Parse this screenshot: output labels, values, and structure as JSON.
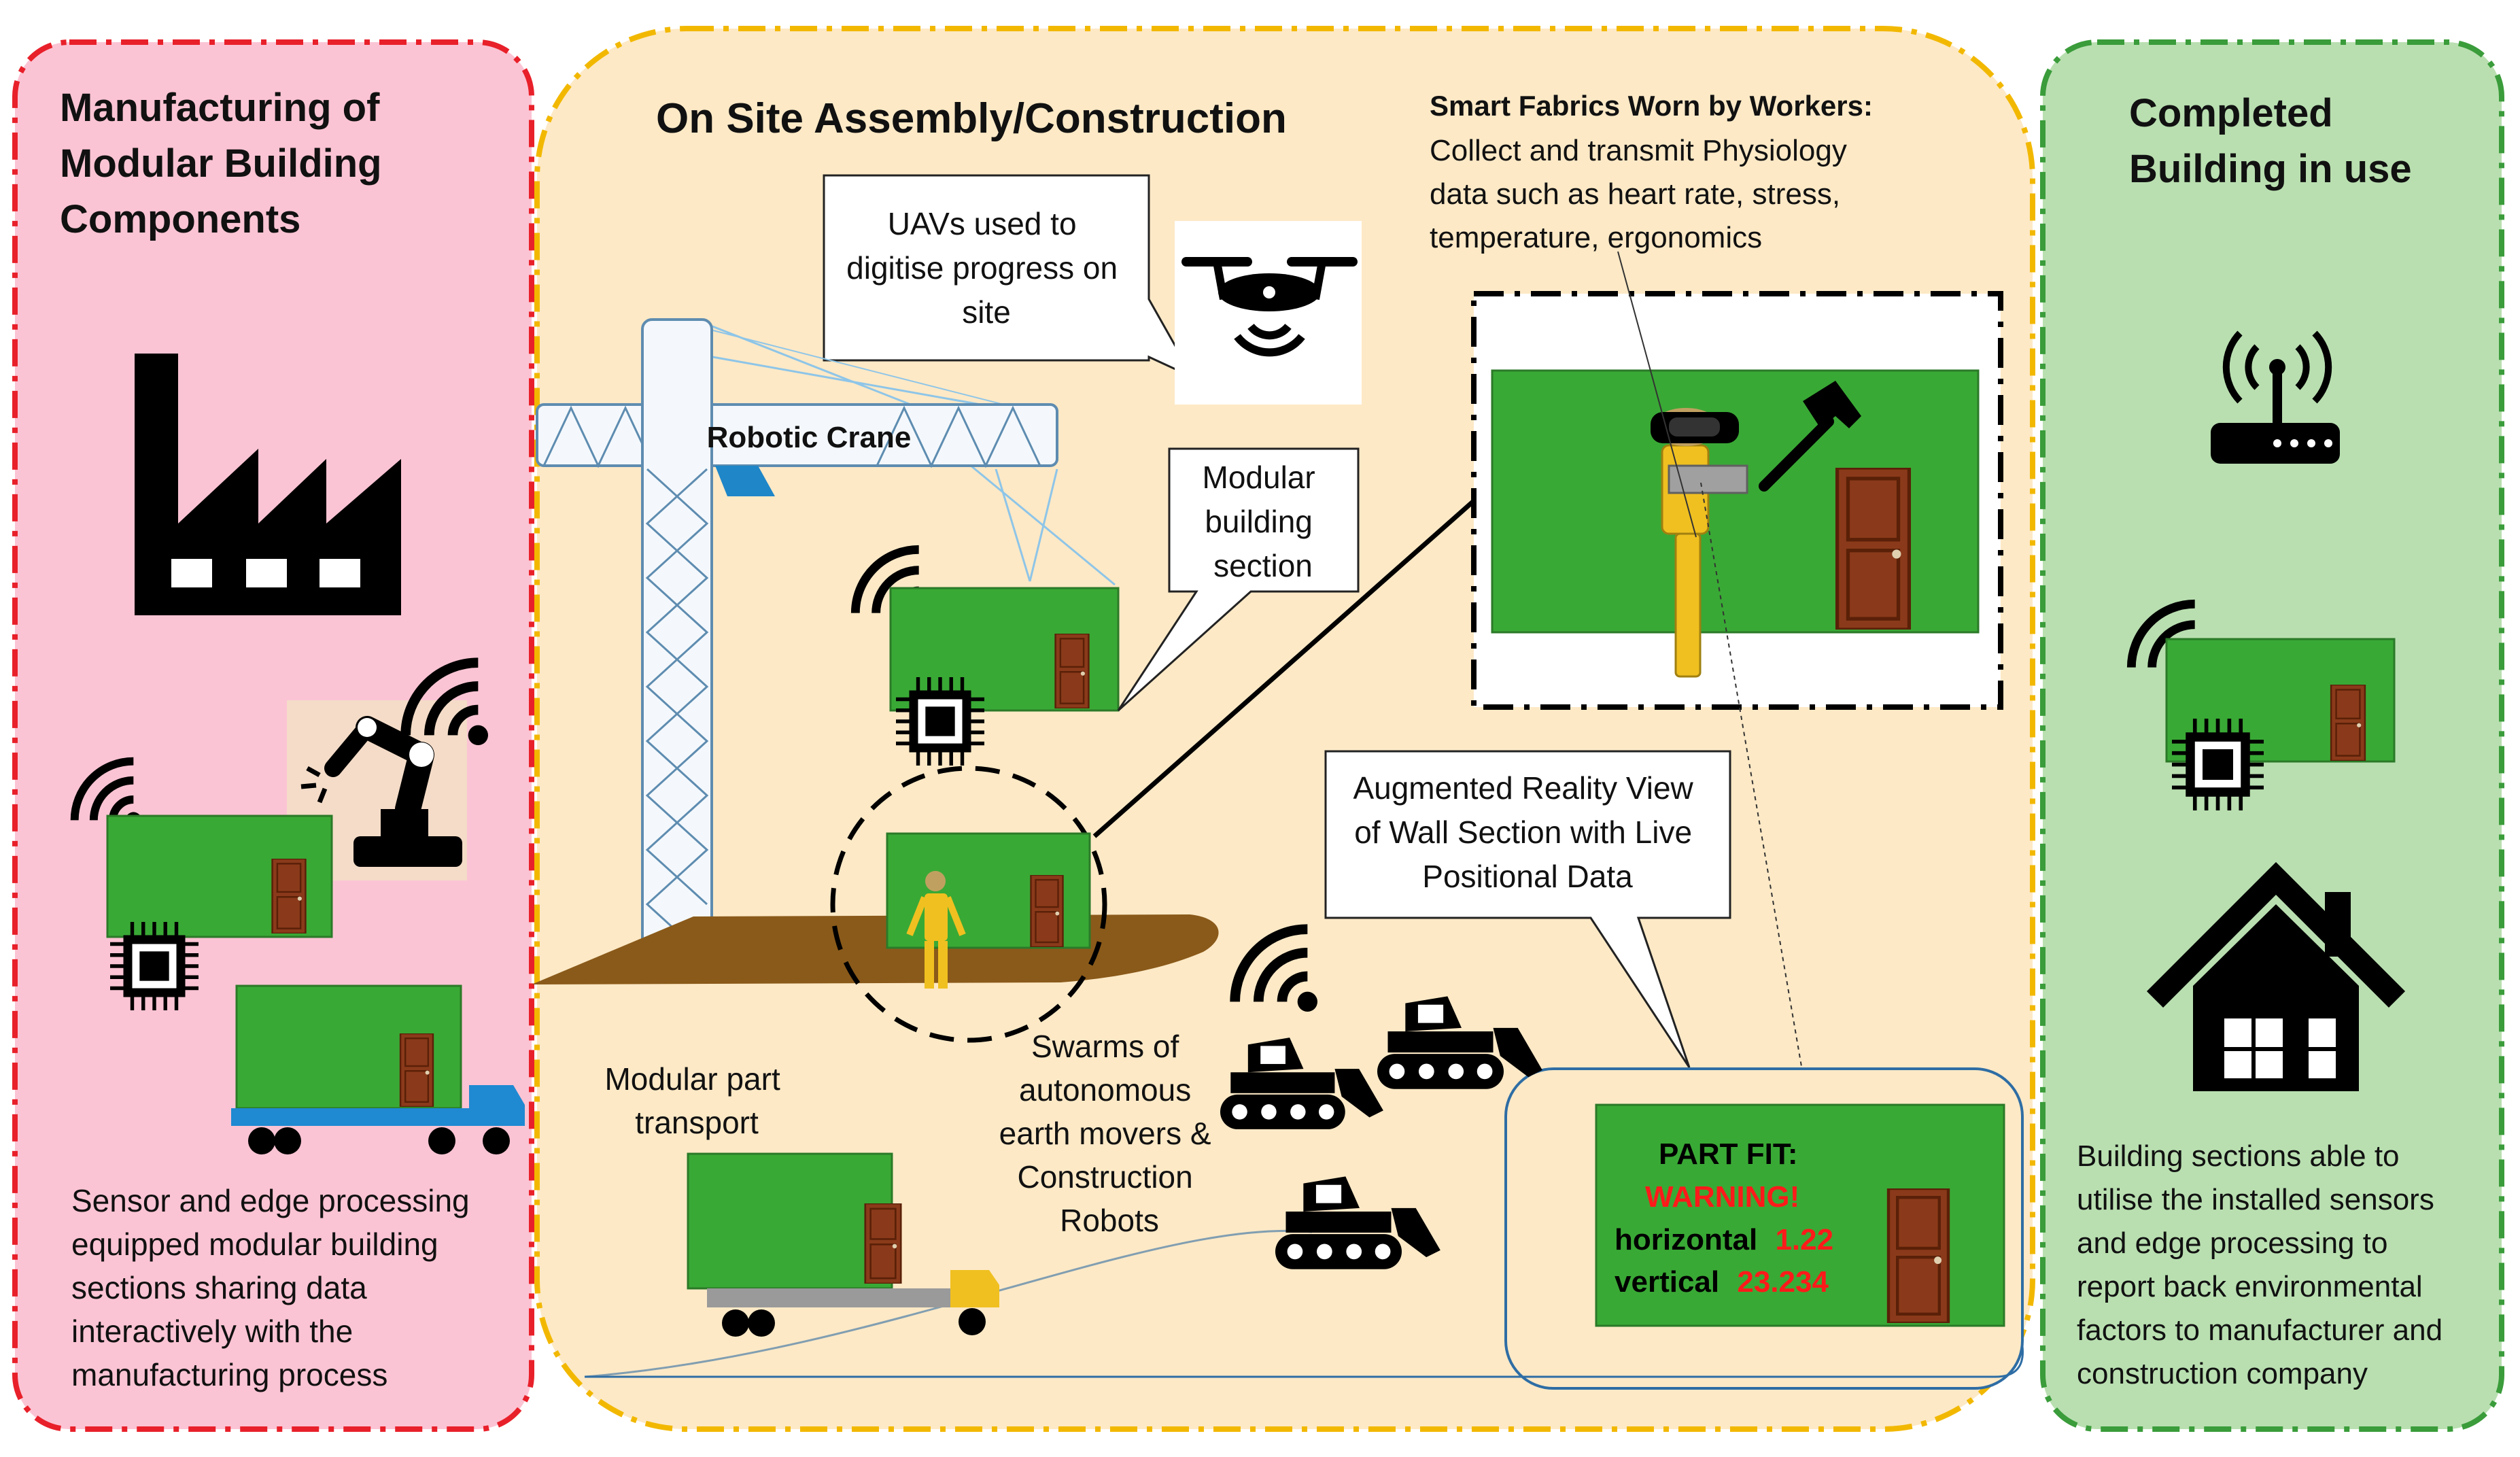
{
  "panels": {
    "manufacturing": {
      "title": [
        "Manufacturing of",
        "Modular Building",
        "Components"
      ],
      "caption": [
        "Sensor and edge processing",
        "equipped modular building",
        "sections sharing data",
        "interactively with the",
        "manufacturing process"
      ]
    },
    "onsite": {
      "title": "On Site Assembly/Construction",
      "uav_callout": [
        "UAVs used to",
        "digitise progress on",
        "site"
      ],
      "crane_label": "Robotic Crane",
      "modular_callout": [
        "Modular",
        "building",
        "section"
      ],
      "smart_fabrics_heading": "Smart Fabrics Worn by Workers:",
      "smart_fabrics_body": [
        "Collect and transmit Physiology",
        "data such as heart rate, stress,",
        "temperature, ergonomics"
      ],
      "ar_callout": [
        "Augmented Reality View",
        "of Wall Section with Live",
        "Positional Data"
      ],
      "ar_panel": {
        "part_fit": "PART FIT:",
        "warning": "WARNING!",
        "horizontal_label": "horizontal",
        "horizontal_value": "1.22",
        "vertical_label": "vertical",
        "vertical_value": "23.234"
      },
      "transport_label": [
        "Modular part",
        "transport"
      ],
      "swarm_label": [
        "Swarms of",
        "autonomous",
        "earth movers &",
        "Construction",
        "Robots"
      ]
    },
    "completed": {
      "title": [
        "Completed",
        "Building in use"
      ],
      "caption": [
        "Building sections able to",
        "utilise the installed sensors",
        "and edge processing to",
        "report back environmental",
        "factors to manufacturer and",
        "construction company"
      ]
    }
  },
  "colors": {
    "pink_panel": "#fbc4d4",
    "pink_border": "#e8202a",
    "yellow_panel": "#fde9c6",
    "yellow_border": "#f2b800",
    "green_panel": "#b9dfb0",
    "green_border": "#3a9c3a",
    "module_green": "#39a935",
    "door_brown": "#8a3a1a",
    "warning_red": "#ff1a1a",
    "truck_blue": "#1f8ad2",
    "truck_yellow": "#f0c020",
    "ground_brown": "#8a5a1a",
    "crane_blue": "#1f86c8"
  },
  "icons": [
    "factory-icon",
    "robot-arm-icon",
    "wifi-icon",
    "chip-icon",
    "drone-icon",
    "bulldozer-icon",
    "router-icon",
    "house-icon",
    "door-icon",
    "truck-icon",
    "worker-icon",
    "hammer-icon",
    "vr-headset-icon"
  ]
}
